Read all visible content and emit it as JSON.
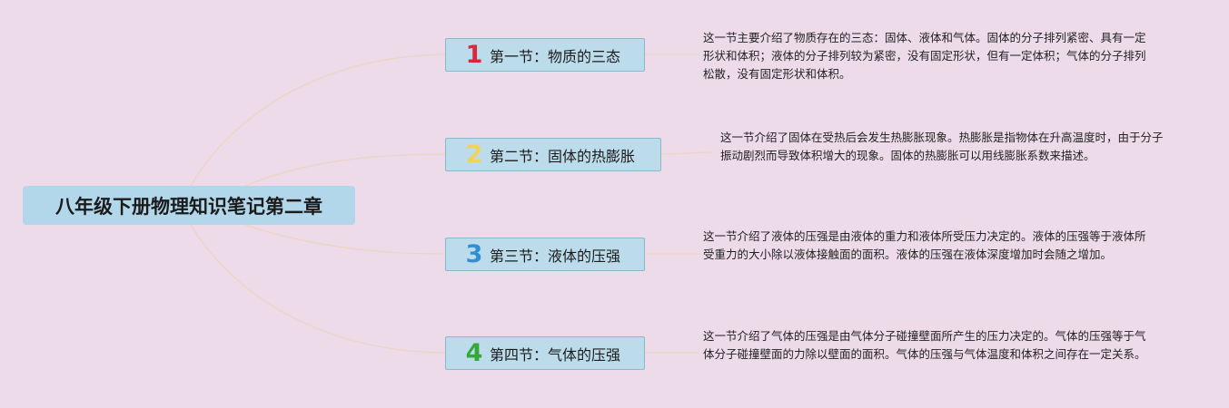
{
  "title": "八年级下册物理知识笔记第二章",
  "sections": [
    {
      "number": "1",
      "label": "第一节：物质的三态",
      "color": "#d8283c",
      "description": "这一节主要介绍了物质存在的三态：固体、液体和气体。固体的分子排列紧密、具有一定形状和体积；液体的分子排列较为紧密，没有固定形状，但有一定体积；气体的分子排列松散，没有固定形状和体积。"
    },
    {
      "number": "2",
      "label": "第二节：固体的热膨胀",
      "color": "#f2d35a",
      "description": "这一节介绍了固体在受热后会发生热膨胀现象。热膨胀是指物体在升高温度时，由于分子振动剧烈而导致体积增大的现象。固体的热膨胀可以用线膨胀系数来描述。"
    },
    {
      "number": "3",
      "label": "第三节：液体的压强",
      "color": "#2f8fd6",
      "description": "这一节介绍了液体的压强是由液体的重力和液体所受压力决定的。液体的压强等于液体所受重力的大小除以液体接触面的面积。液体的压强在液体深度增加时会随之增加。"
    },
    {
      "number": "4",
      "label": "第四节：气体的压强",
      "color": "#35a83a",
      "description": "这一节介绍了气体的压强是由气体分子碰撞壁面所产生的压力决定的。气体的压强等于气体分子碰撞壁面的力除以壁面的面积。气体的压强与气体温度和体积之间存在一定关系。"
    }
  ]
}
